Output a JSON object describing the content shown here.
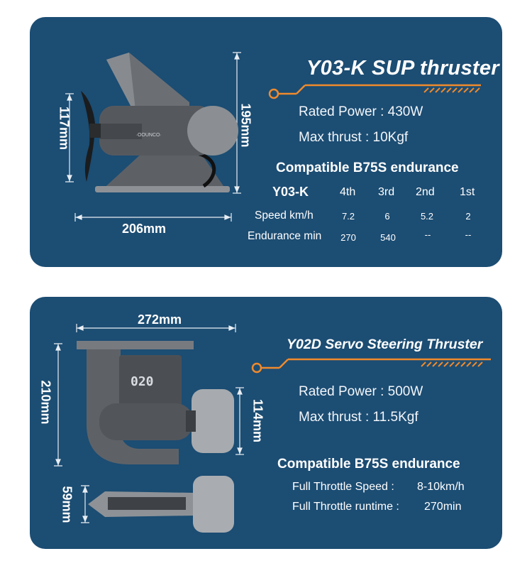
{
  "card1": {
    "title": "Y03-K SUP thruster",
    "rated_power": "Rated Power : 430W",
    "max_thrust": "Max thrust : 10Kgf",
    "compat_heading": "Compatible B75S endurance",
    "table": {
      "model": "Y03-K",
      "gears": [
        "4th",
        "3rd",
        "2nd",
        "1st"
      ],
      "rows": [
        {
          "label": "Speed km/h",
          "values": [
            "7.2",
            "6",
            "5.2",
            "2"
          ]
        },
        {
          "label": "Endurance min",
          "values": [
            "270",
            "540",
            "--",
            "--"
          ]
        }
      ]
    },
    "dimensions": {
      "height": "117mm",
      "total_height": "195mm",
      "length": "206mm"
    },
    "product_marking": "∙OOUNCO∙"
  },
  "card2": {
    "title": "Y02D Servo Steering Thruster",
    "rated_power": "Rated Power : 500W",
    "max_thrust": "Max thrust : 11.5Kgf",
    "compat_heading": "Compatible B75S endurance",
    "speed_label": "Full Throttle Speed :",
    "speed_value": "8-10km/h",
    "runtime_label": "Full Throttle runtime :",
    "runtime_value": "270min",
    "dimensions": {
      "width": "272mm",
      "height": "210mm",
      "prop_height": "114mm",
      "profile_height": "59mm"
    },
    "screen_text": "020"
  },
  "colors": {
    "card_bg": "#1c4d73",
    "accent_orange": "#f08a2c",
    "text": "#ffffff"
  }
}
